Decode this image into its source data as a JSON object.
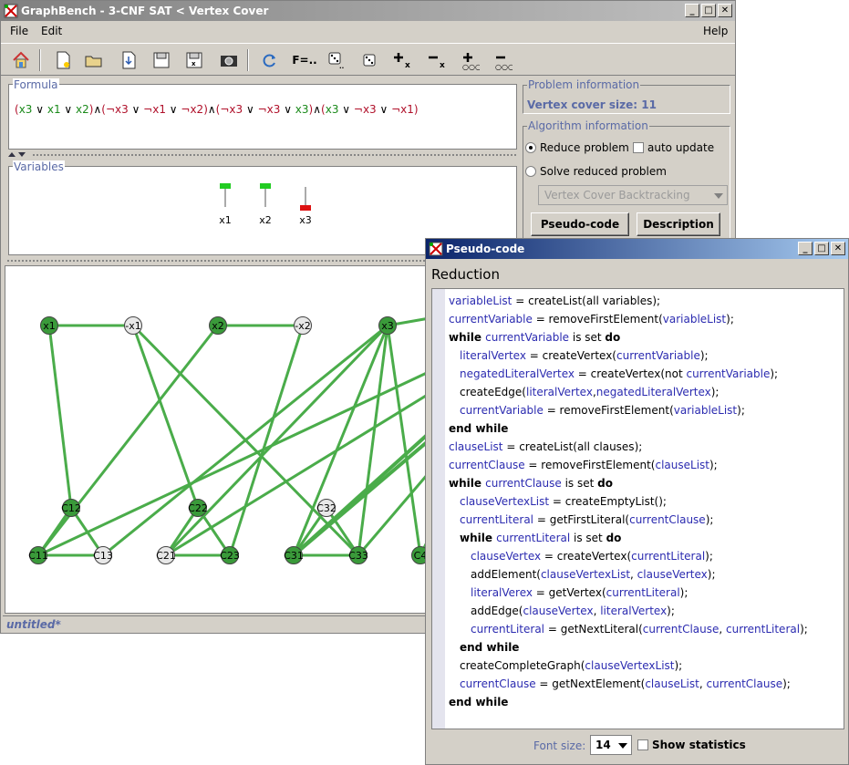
{
  "main_window": {
    "title": "GraphBench - 3-CNF SAT < Vertex Cover",
    "menu": {
      "file": "File",
      "edit": "Edit",
      "help": "Help"
    },
    "toolbar": {
      "formula_label": "F=.."
    },
    "formula": {
      "legend": "Formula",
      "clauses": [
        [
          "x3",
          "x1",
          "x2"
        ],
        [
          "¬x3",
          "¬x1",
          "¬x2"
        ],
        [
          "¬x3",
          "¬x3",
          "x3"
        ],
        [
          "x3",
          "¬x3",
          "¬x1"
        ]
      ]
    },
    "variables": {
      "legend": "Variables",
      "items": [
        {
          "name": "x1",
          "value": true
        },
        {
          "name": "x2",
          "value": true
        },
        {
          "name": "x3",
          "value": false
        }
      ]
    },
    "graph": {
      "top_nodes": [
        "x1",
        "-x1",
        "x2",
        "-x2",
        "x3"
      ],
      "clause_nodes": [
        "C12",
        "C11",
        "C13",
        "C22",
        "C21",
        "C23",
        "C32",
        "C31",
        "C33",
        "C4"
      ],
      "edge_color": "#4aac4a",
      "selected_node_color": "#3a9a3a",
      "unselected_node_color": "#e8e8e8"
    },
    "problem_info": {
      "legend": "Problem information",
      "vertex_cover": "Vertex cover size: 11"
    },
    "algorithm_info": {
      "legend": "Algorithm information",
      "reduce_label": "Reduce problem",
      "auto_update_label": "auto update",
      "solve_label": "Solve reduced problem",
      "solver_selected": "Vertex Cover Backtracking",
      "pseudo_code_button": "Pseudo-code",
      "description_button": "Description"
    },
    "status": "untitled*"
  },
  "pseudo_window": {
    "title": "Pseudo-code",
    "heading": "Reduction",
    "lines": [
      [
        [
          "v",
          "variableList"
        ],
        [
          "t",
          " = createList(all variables);"
        ]
      ],
      [
        [
          "v",
          "currentVariable"
        ],
        [
          "t",
          " = removeFirstElement("
        ],
        [
          "v",
          "variableList"
        ],
        [
          "t",
          ");"
        ]
      ],
      [
        [
          "k",
          "while "
        ],
        [
          "v",
          "currentVariable"
        ],
        [
          "t",
          " is set "
        ],
        [
          "k",
          "do"
        ]
      ],
      [
        [
          "i",
          "1"
        ],
        [
          "v",
          "literalVertex"
        ],
        [
          "t",
          " = createVertex("
        ],
        [
          "v",
          "currentVariable"
        ],
        [
          "t",
          ");"
        ]
      ],
      [
        [
          "i",
          "1"
        ],
        [
          "v",
          "negatedLiteralVertex"
        ],
        [
          "t",
          " = createVertex(not "
        ],
        [
          "v",
          "currentVariable"
        ],
        [
          "t",
          ");"
        ]
      ],
      [
        [
          "i",
          "1"
        ],
        [
          "t",
          "createEdge("
        ],
        [
          "v",
          "literalVertex"
        ],
        [
          "t",
          ","
        ],
        [
          "v",
          "negatedLiteralVertex"
        ],
        [
          "t",
          ");"
        ]
      ],
      [
        [
          "i",
          "1"
        ],
        [
          "v",
          "currentVariable"
        ],
        [
          "t",
          " = removeFirstElement("
        ],
        [
          "v",
          "variableList"
        ],
        [
          "t",
          ");"
        ]
      ],
      [
        [
          "k",
          "end while"
        ]
      ],
      [
        [
          "v",
          "clauseList"
        ],
        [
          "t",
          " = createList(all clauses);"
        ]
      ],
      [
        [
          "v",
          "currentClause"
        ],
        [
          "t",
          " = removeFirstElement("
        ],
        [
          "v",
          "clauseList"
        ],
        [
          "t",
          ");"
        ]
      ],
      [
        [
          "k",
          "while "
        ],
        [
          "v",
          "currentClause"
        ],
        [
          "t",
          " is set "
        ],
        [
          "k",
          "do"
        ]
      ],
      [
        [
          "i",
          "1"
        ],
        [
          "v",
          "clauseVertexList"
        ],
        [
          "t",
          " = createEmptyList();"
        ]
      ],
      [
        [
          "i",
          "1"
        ],
        [
          "v",
          "currentLiteral"
        ],
        [
          "t",
          " = getFirstLiteral("
        ],
        [
          "v",
          "currentClause"
        ],
        [
          "t",
          ");"
        ]
      ],
      [
        [
          "i",
          "1"
        ],
        [
          "k",
          "while "
        ],
        [
          "v",
          "currentLiteral"
        ],
        [
          "t",
          " is set "
        ],
        [
          "k",
          "do"
        ]
      ],
      [
        [
          "i",
          "2"
        ],
        [
          "v",
          "clauseVertex"
        ],
        [
          "t",
          " = createVertex("
        ],
        [
          "v",
          "currentLiteral"
        ],
        [
          "t",
          ");"
        ]
      ],
      [
        [
          "i",
          "2"
        ],
        [
          "t",
          "addElement("
        ],
        [
          "v",
          "clauseVertexList"
        ],
        [
          "t",
          ", "
        ],
        [
          "v",
          "clauseVertex"
        ],
        [
          "t",
          ");"
        ]
      ],
      [
        [
          "i",
          "2"
        ],
        [
          "v",
          "literalVerex"
        ],
        [
          "t",
          " = getVertex("
        ],
        [
          "v",
          "currentLiteral"
        ],
        [
          "t",
          ");"
        ]
      ],
      [
        [
          "i",
          "2"
        ],
        [
          "t",
          "addEdge("
        ],
        [
          "v",
          "clauseVertex"
        ],
        [
          "t",
          ", "
        ],
        [
          "v",
          "literalVertex"
        ],
        [
          "t",
          ");"
        ]
      ],
      [
        [
          "i",
          "2"
        ],
        [
          "v",
          "currentLiteral"
        ],
        [
          "t",
          " = getNextLiteral("
        ],
        [
          "v",
          "currentClause"
        ],
        [
          "t",
          ", "
        ],
        [
          "v",
          "currentLiteral"
        ],
        [
          "t",
          ");"
        ]
      ],
      [
        [
          "i",
          "1"
        ],
        [
          "k",
          "end while"
        ]
      ],
      [
        [
          "i",
          "1"
        ],
        [
          "t",
          "createCompleteGraph("
        ],
        [
          "v",
          "clauseVertexList"
        ],
        [
          "t",
          ");"
        ]
      ],
      [
        [
          "i",
          "1"
        ],
        [
          "v",
          "currentClause"
        ],
        [
          "t",
          " = getNextElement("
        ],
        [
          "v",
          "clauseList"
        ],
        [
          "t",
          ", "
        ],
        [
          "v",
          "currentClause"
        ],
        [
          "t",
          ");"
        ]
      ],
      [
        [
          "k",
          "end while"
        ]
      ]
    ],
    "font_size_label": "Font size:",
    "font_size_value": "14",
    "show_statistics_label": "Show statistics"
  }
}
